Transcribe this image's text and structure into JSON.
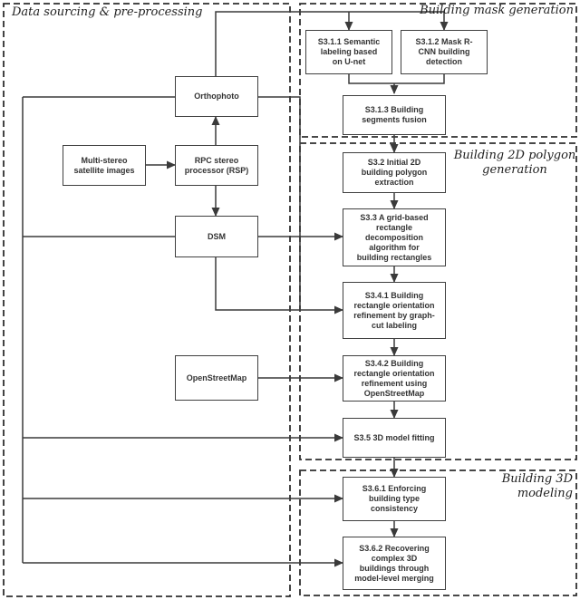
{
  "colors": {
    "background": "#ffffff",
    "line": "#3a3a3a",
    "box_border": "#3f3f3f",
    "box_fill": "#ffffff",
    "text": "#333333"
  },
  "regions": {
    "data_sourcing": {
      "title": "Data sourcing & pre-processing"
    },
    "mask_generation": {
      "title": "Building mask generation"
    },
    "polygon_generation": {
      "title": "Building 2D polygon\ngeneration"
    },
    "modeling_3d": {
      "title": "Building 3D modeling"
    }
  },
  "nodes": {
    "multi_stereo": {
      "label": "Multi-stereo\nsatellite images"
    },
    "rpc": {
      "label": "RPC stereo\nprocessor (RSP)"
    },
    "orthophoto": {
      "label": "Orthophoto"
    },
    "dsm": {
      "label": "DSM"
    },
    "osm": {
      "label": "OpenStreetMap"
    },
    "s311": {
      "label": "S3.1.1 Semantic\nlabeling based\non U-net"
    },
    "s312": {
      "label": "S3.1.2 Mask R-\nCNN building\ndetection"
    },
    "s313": {
      "label": "S3.1.3 Building\nsegments fusion"
    },
    "s32": {
      "label": "S3.2 Initial 2D\nbuilding polygon\nextraction"
    },
    "s33": {
      "label": "S3.3 A grid-based\nrectangle\ndecomposition\nalgorithm for\nbuilding rectangles"
    },
    "s341": {
      "label": "S3.4.1 Building\nrectangle orientation\nrefinement by graph-\ncut labeling"
    },
    "s342": {
      "label": "S3.4.2 Building\nrectangle orientation\nrefinement using\nOpenStreetMap"
    },
    "s35": {
      "label": "S3.5 3D model fitting"
    },
    "s361": {
      "label": "S3.6.1 Enforcing\nbuilding type\nconsistency"
    },
    "s362": {
      "label": "S3.6.2 Recovering\ncomplex 3D\nbuildings through\nmodel-level merging"
    }
  },
  "edges": [
    {
      "from": "multi_stereo",
      "to": "rpc"
    },
    {
      "from": "rpc",
      "to": "orthophoto"
    },
    {
      "from": "rpc",
      "to": "dsm"
    },
    {
      "from": "orthophoto",
      "to": "s311"
    },
    {
      "from": "orthophoto",
      "to": "s312"
    },
    {
      "from": "s311",
      "to": "s313"
    },
    {
      "from": "s312",
      "to": "s313"
    },
    {
      "from": "s313",
      "to": "s32"
    },
    {
      "from": "s32",
      "to": "s33"
    },
    {
      "from": "s33",
      "to": "s341"
    },
    {
      "from": "s341",
      "to": "s342"
    },
    {
      "from": "s342",
      "to": "s35"
    },
    {
      "from": "s35",
      "to": "s361"
    },
    {
      "from": "s361",
      "to": "s362"
    },
    {
      "from": "dsm",
      "to": "s33"
    },
    {
      "from": "dsm",
      "to": "s341"
    },
    {
      "from": "orthophoto",
      "to": "s341"
    },
    {
      "from": "osm",
      "to": "s342"
    },
    {
      "from": "orthophoto+dsm bus",
      "to": "s35"
    },
    {
      "from": "orthophoto+dsm bus",
      "to": "s361"
    },
    {
      "from": "orthophoto+dsm bus",
      "to": "s362"
    }
  ]
}
